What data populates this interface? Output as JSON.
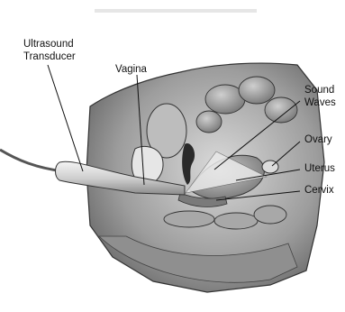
{
  "figure": {
    "header_text": "",
    "labels": {
      "transducer_line1": "Ultrasound",
      "transducer_line2": "Transducer",
      "vagina": "Vagina",
      "sound_waves_line1": "Sound",
      "sound_waves_line2": "Waves",
      "ovary": "Ovary",
      "uterus": "Uterus",
      "cervix": "Cervix"
    }
  }
}
